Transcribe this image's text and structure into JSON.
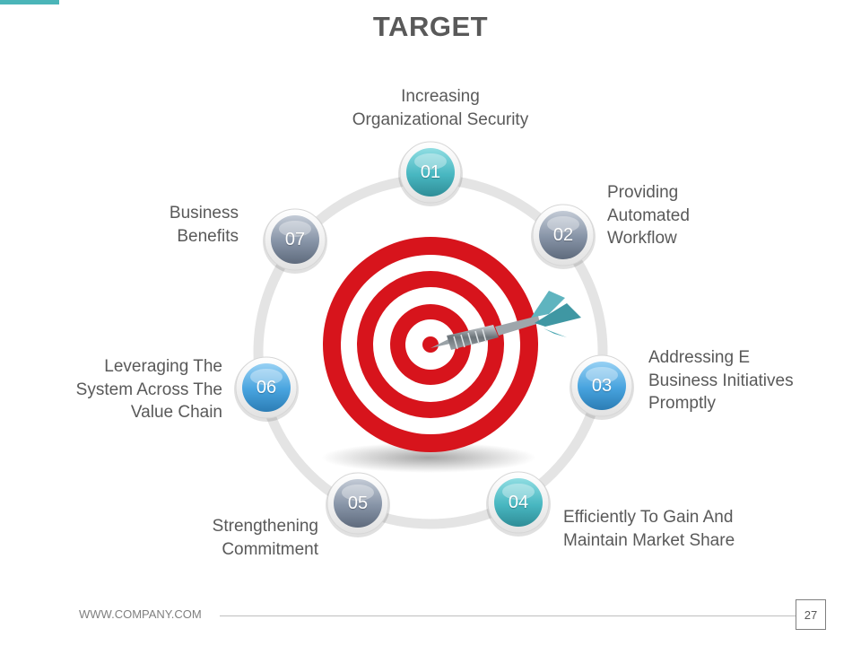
{
  "title": "TARGET",
  "colors": {
    "accent": "#4bb5b8",
    "ring": "#e4e4e4",
    "target_red": "#d7141c",
    "teal": "#48b7c1",
    "blue": "#47a3de",
    "gray": "#8693a6",
    "text": "#595959"
  },
  "nodes": [
    {
      "number": "01",
      "color": "teal",
      "label_lines": [
        "Increasing",
        "Organizational Security"
      ]
    },
    {
      "number": "02",
      "color": "gray",
      "label_lines": [
        "Providing",
        "Automated",
        "Workflow"
      ]
    },
    {
      "number": "03",
      "color": "blue",
      "label_lines": [
        "Addressing E",
        "Business Initiatives",
        "Promptly"
      ]
    },
    {
      "number": "04",
      "color": "teal",
      "label_lines": [
        "Efficiently To Gain And",
        "Maintain Market Share"
      ]
    },
    {
      "number": "05",
      "color": "gray",
      "label_lines": [
        "Strengthening",
        "Commitment"
      ]
    },
    {
      "number": "06",
      "color": "blue",
      "label_lines": [
        "Leveraging The",
        "System Across The",
        "Value Chain"
      ]
    },
    {
      "number": "07",
      "color": "gray",
      "label_lines": [
        "Business",
        "Benefits"
      ]
    }
  ],
  "center_icon": "dartboard-target-icon",
  "footer": {
    "url": "WWW.COMPANY.COM",
    "page_number": "27"
  }
}
